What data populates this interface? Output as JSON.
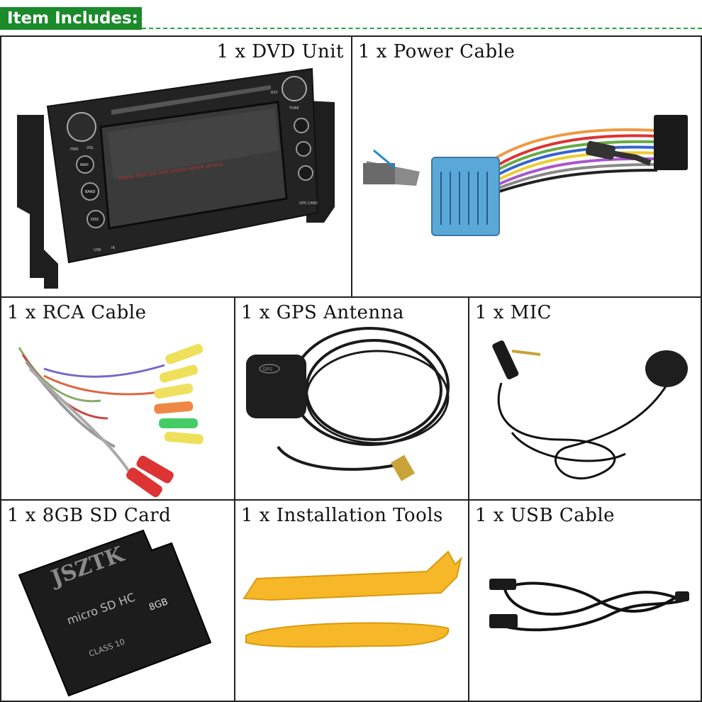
{
  "header": {
    "title": "Item Includes:"
  },
  "items": [
    {
      "label": "1 x DVD Unit"
    },
    {
      "label": "1 x Power Cable"
    },
    {
      "label": "1 x RCA Cable"
    },
    {
      "label": "1 x GPS Antenna"
    },
    {
      "label": "1 x MIC"
    },
    {
      "label": "1 x 8GB SD Card"
    },
    {
      "label": "1 x Installation Tools"
    },
    {
      "label": "1 x USB Cable"
    }
  ],
  "dvd_unit": {
    "screen_warning": "Please read the instructions before driving",
    "buttons": [
      "NAVI",
      "BAND",
      "DISC"
    ],
    "knob_labels": [
      "PWR",
      "VOL",
      "RST",
      "TUNE"
    ],
    "ports": [
      "USB",
      "IR"
    ],
    "slot_label": "GPS CARD"
  },
  "sd_card": {
    "brand": "JSZTK",
    "type": "micro SD HC",
    "capacity": "8GB",
    "class": "CLASS 10"
  },
  "gps_antenna": {
    "module_label": "GPS"
  },
  "colors": {
    "header_green": "#1a8a2a",
    "tool_yellow": "#f6b828",
    "power_plug_blue": "#5aa8d8"
  }
}
